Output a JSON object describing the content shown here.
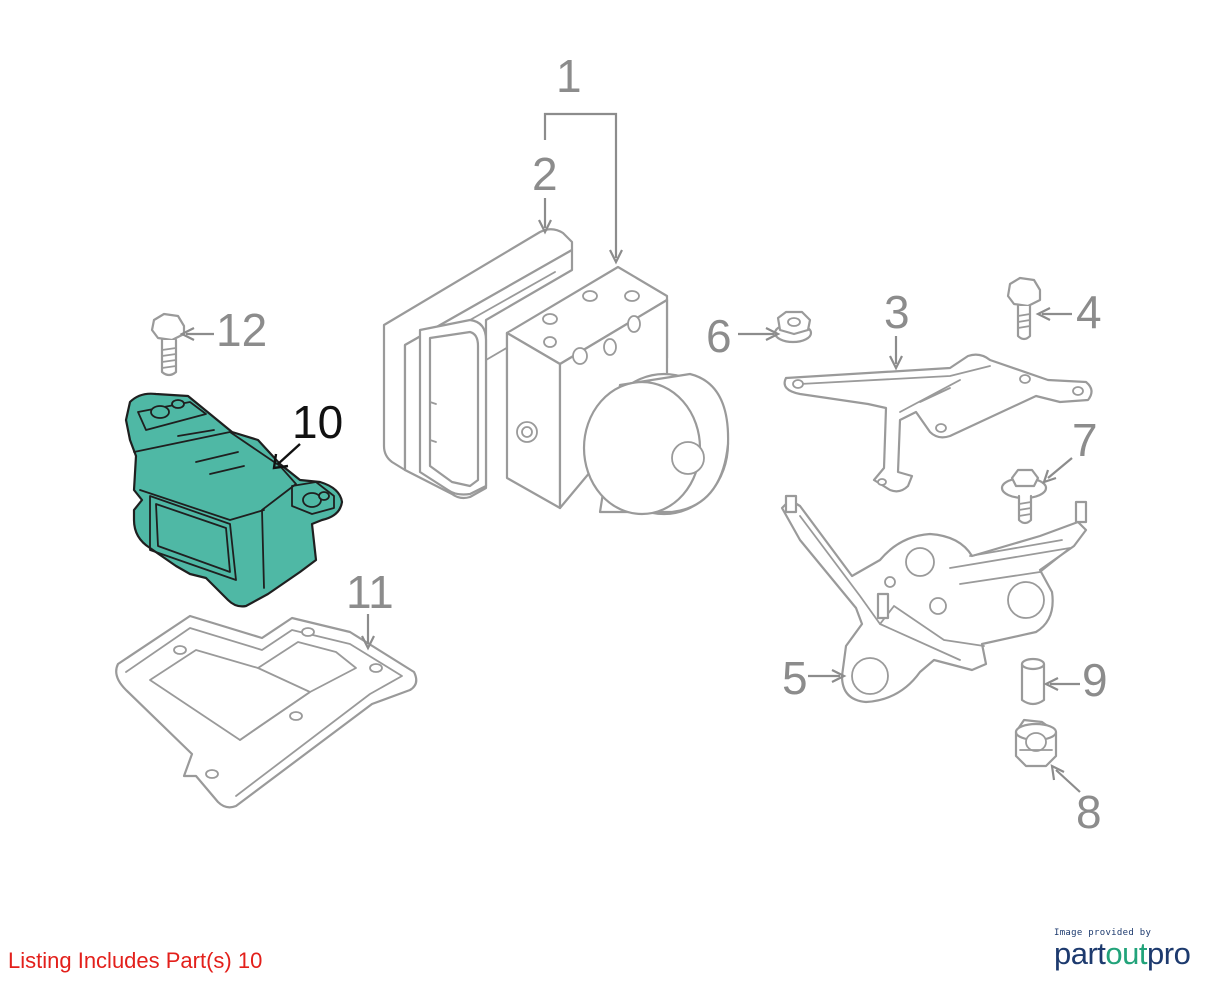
{
  "diagram": {
    "callouts": [
      "1",
      "2",
      "3",
      "4",
      "5",
      "6",
      "7",
      "8",
      "9",
      "10",
      "11",
      "12"
    ],
    "highlighted_part": "10",
    "highlight_color": "#4fb8a5",
    "line_color": "#9a9a9a"
  },
  "footer": {
    "listing_note": "Listing Includes Part(s) 10",
    "listing_note_color": "#e3201b",
    "credit_caption": "Image provided by",
    "brand_part": "part",
    "brand_out": "out",
    "brand_pro": "pro",
    "brand_primary_color": "#1d3a6e",
    "brand_accent_color": "#22a37a"
  }
}
